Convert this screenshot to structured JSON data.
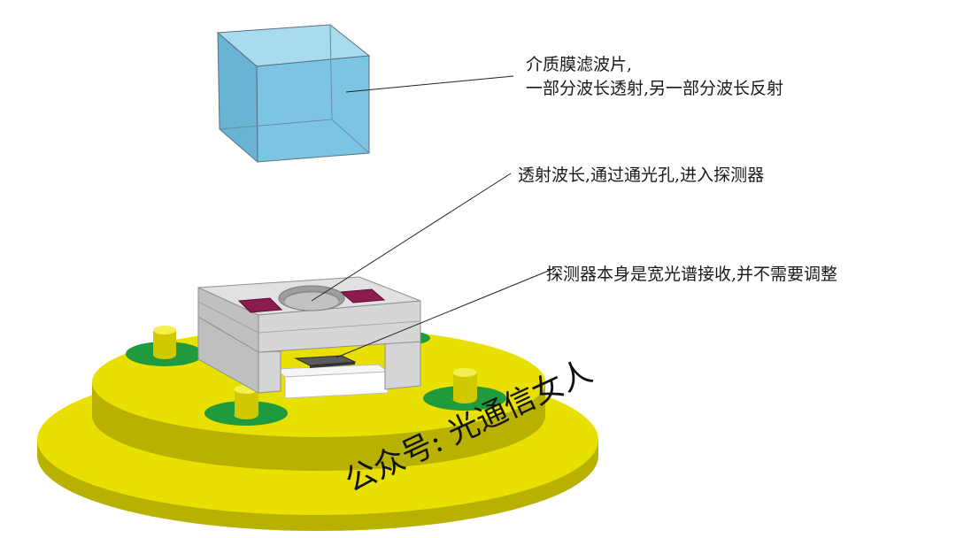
{
  "labels": {
    "filter_line1": "介质膜滤波片,",
    "filter_line2": "一部分波长透射,另一部分波长反射",
    "transmit": "透射波长,通过通光孔,进入探测器",
    "detector": "探测器本身是宽光谱接收,并不需要调整"
  },
  "watermark": "公众号: 光通信女人",
  "colors": {
    "filter_cube": "#7cc5e2",
    "base": "#e8e000",
    "post_ring": "#1f9a3c",
    "housing": "#d7d7d7",
    "pads": "#8a1c4f",
    "chip": "#555555"
  }
}
